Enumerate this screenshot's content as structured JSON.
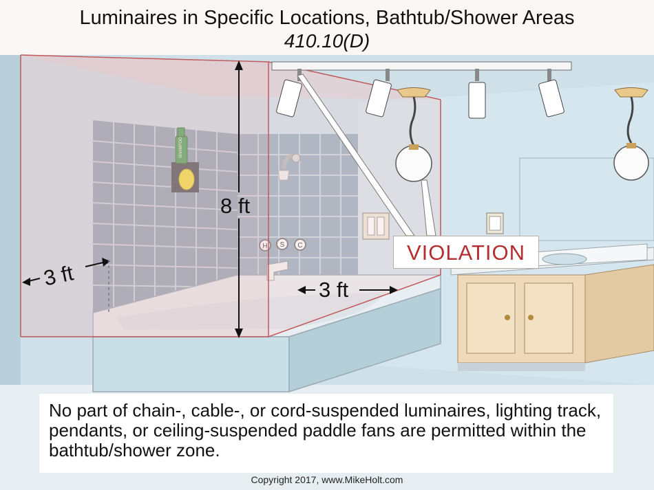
{
  "title": "Luminaires in Specific Locations, Bathtub/Shower Areas",
  "code_section": "410.10(D)",
  "dimensions": {
    "height": "8 ft",
    "left_offset": "3 ft",
    "right_offset": "3 ft"
  },
  "violation_label": "VIOLATION",
  "caption": "No part of chain-, cable-, or cord-suspended luminaires, lighting track, pendants, or ceiling-suspended paddle fans are permitted within the bathtub/shower zone.",
  "copyright": "Copyright 2017, www.MikeHolt.com",
  "bottle_label": "SHAMPOO",
  "faucet_handles": [
    "H",
    "S",
    "C"
  ],
  "colors": {
    "wall": "#c9dce6",
    "tile": "#8fa6b6",
    "zone_outline": "#c0595b",
    "violation_text": "#b62d2f",
    "cabinet": "#eed9b8"
  }
}
